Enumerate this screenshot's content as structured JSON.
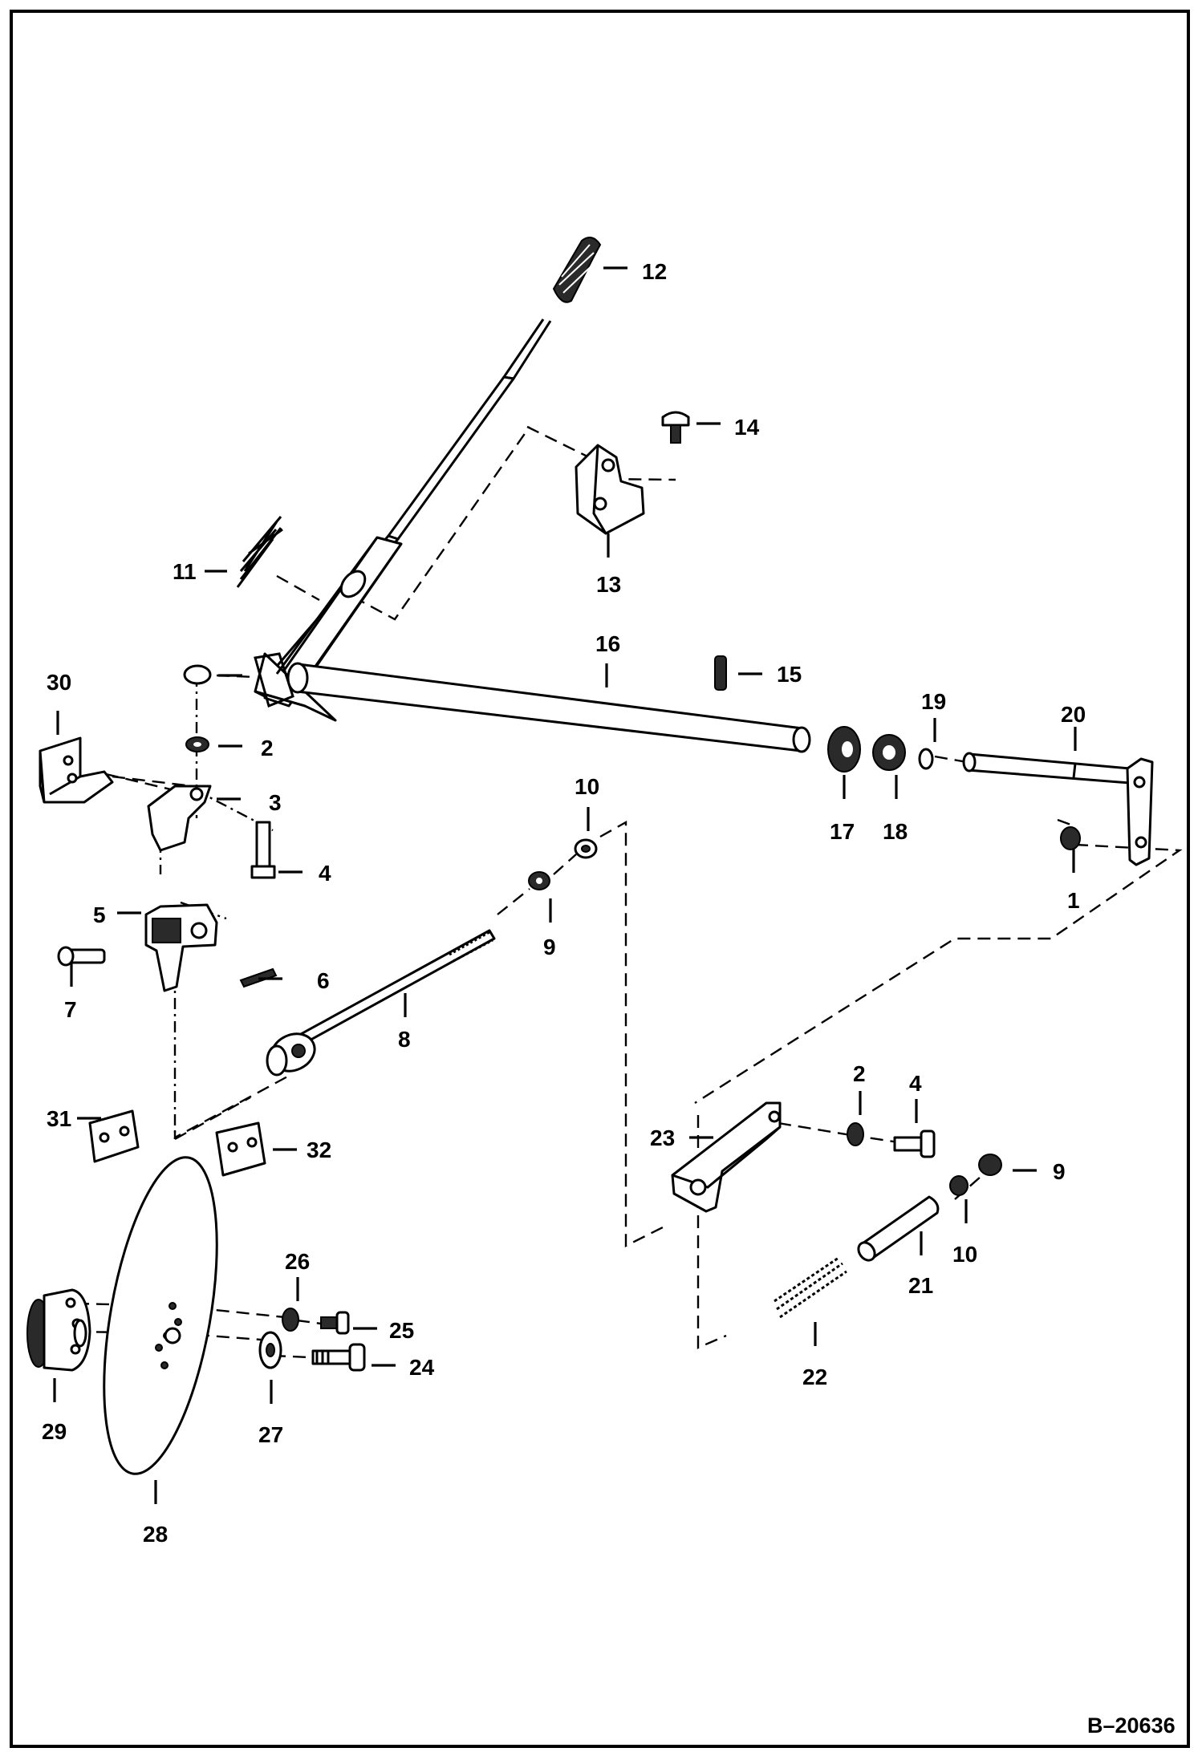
{
  "diagram": {
    "reference_number": "B–20636",
    "parts": [
      {
        "id": "1",
        "label": "1"
      },
      {
        "id": "2",
        "label": "2"
      },
      {
        "id": "3",
        "label": "3"
      },
      {
        "id": "4",
        "label": "4"
      },
      {
        "id": "5",
        "label": "5"
      },
      {
        "id": "6",
        "label": "6"
      },
      {
        "id": "7",
        "label": "7"
      },
      {
        "id": "8",
        "label": "8"
      },
      {
        "id": "9",
        "label": "9"
      },
      {
        "id": "10",
        "label": "10"
      },
      {
        "id": "11",
        "label": "11"
      },
      {
        "id": "12",
        "label": "12"
      },
      {
        "id": "13",
        "label": "13"
      },
      {
        "id": "14",
        "label": "14"
      },
      {
        "id": "15",
        "label": "15"
      },
      {
        "id": "16",
        "label": "16"
      },
      {
        "id": "17",
        "label": "17"
      },
      {
        "id": "18",
        "label": "18"
      },
      {
        "id": "19",
        "label": "19"
      },
      {
        "id": "20",
        "label": "20"
      },
      {
        "id": "21",
        "label": "21"
      },
      {
        "id": "22",
        "label": "22"
      },
      {
        "id": "23",
        "label": "23"
      },
      {
        "id": "24",
        "label": "24"
      },
      {
        "id": "25",
        "label": "25"
      },
      {
        "id": "26",
        "label": "26"
      },
      {
        "id": "27",
        "label": "27"
      },
      {
        "id": "28",
        "label": "28"
      },
      {
        "id": "29",
        "label": "29"
      },
      {
        "id": "30",
        "label": "30"
      },
      {
        "id": "31",
        "label": "31"
      },
      {
        "id": "32",
        "label": "32"
      }
    ]
  }
}
